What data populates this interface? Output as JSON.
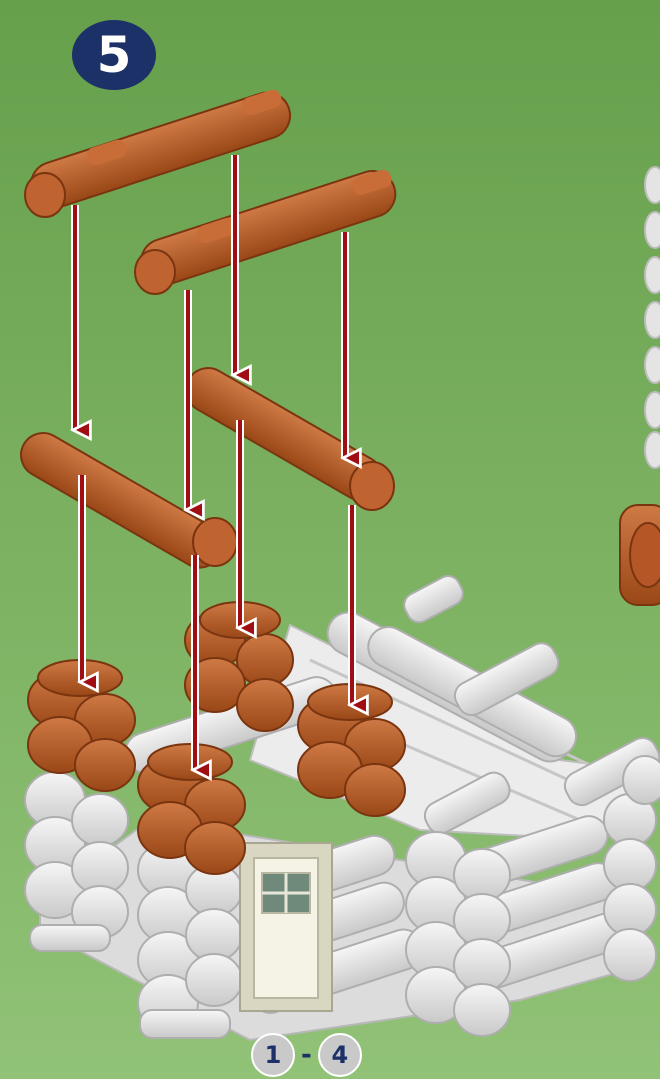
{
  "step": {
    "number": "5"
  },
  "reference": {
    "from": "1",
    "separator": "-",
    "to": "4"
  },
  "colors": {
    "background_top": "#6aa34f",
    "background_bottom": "#8fc075",
    "log_brown": "#b85a28",
    "log_white": "#e9e9e9",
    "arrow_red": "#a00d12",
    "badge_navy": "#1d3169"
  },
  "icons": [
    "brown-log-icon",
    "white-log-icon",
    "down-arrow-icon",
    "door-icon"
  ]
}
